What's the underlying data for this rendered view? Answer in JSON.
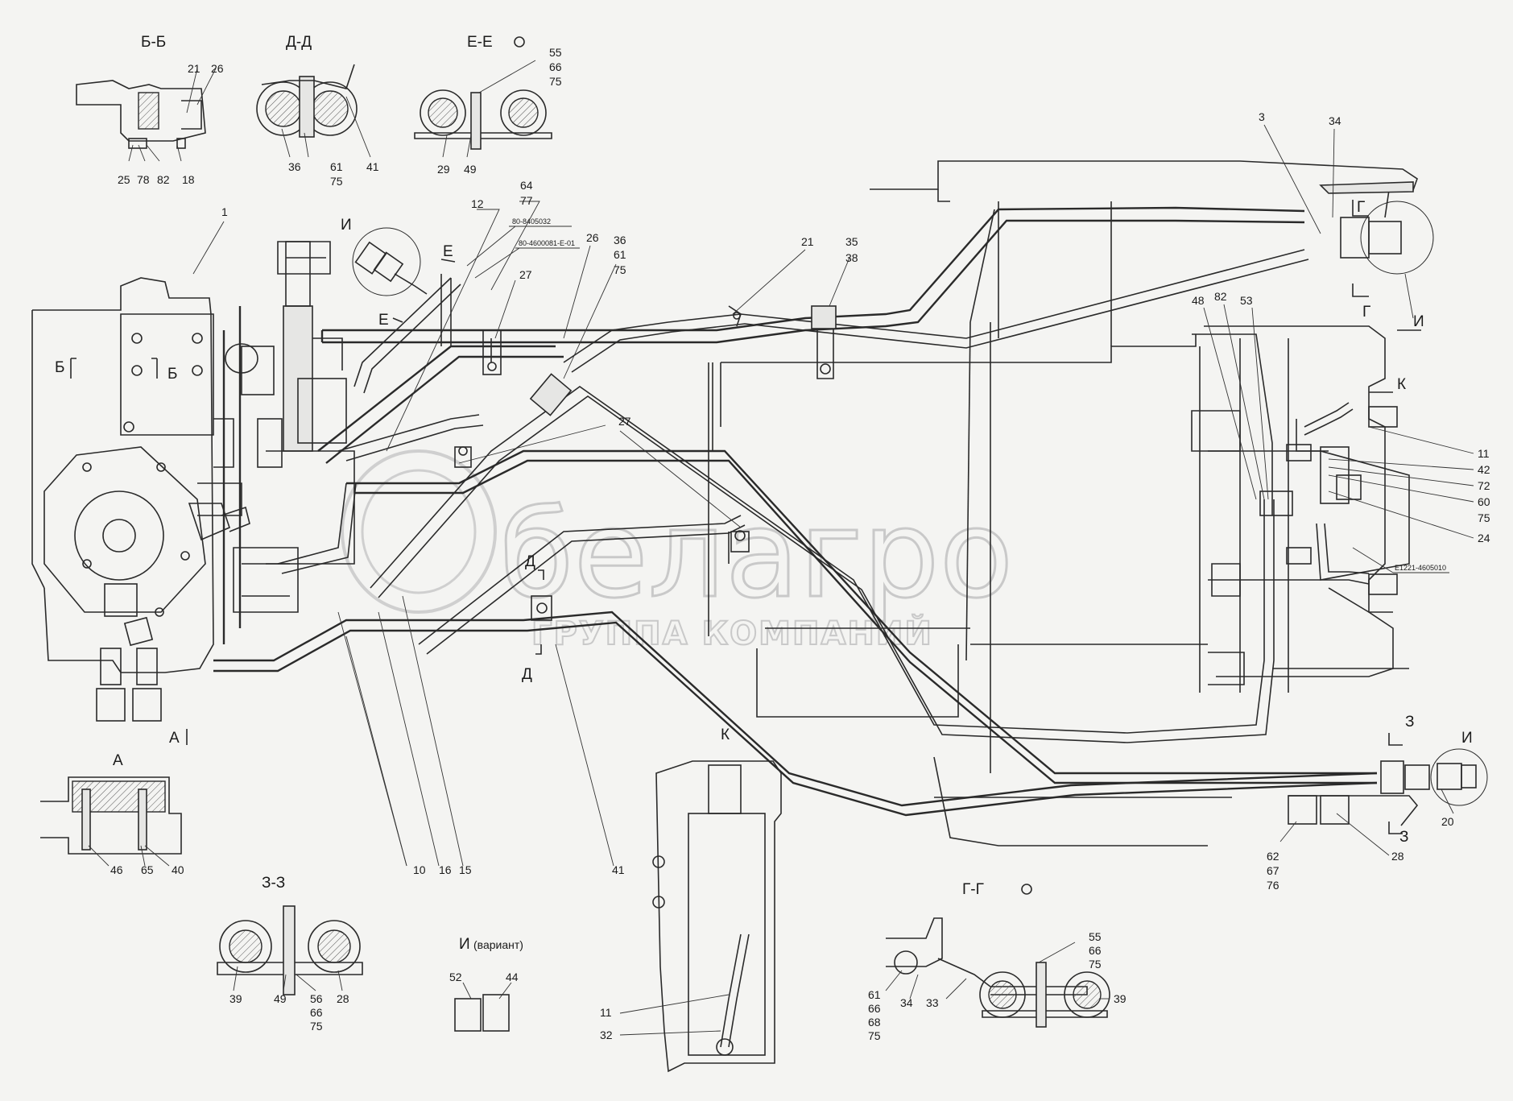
{
  "watermark": {
    "brand": "белагро",
    "tagline": "ГРУППА КОМПАНИЙ"
  },
  "sections": {
    "bb": "Б-Б",
    "dd": "Д-Д",
    "ee": "Е-Е",
    "i_view": "И",
    "a": "А",
    "zz": "З-З",
    "i_variant": "И",
    "i_variant_note": "(вариант)",
    "k": "К",
    "gg": "Г-Г"
  },
  "marks": {
    "b_left": "Б",
    "b_right": "Б",
    "e_mark": "Е",
    "e_mark2": "Е",
    "i_mark": "И",
    "a_mark": "А",
    "d_top": "Д",
    "d_bottom": "Д",
    "k_mark": "К",
    "g_top": "Г",
    "g_bottom": "Г",
    "i_right_top": "И",
    "i_right_bottom": "И",
    "z_top": "З",
    "z_bottom": "З"
  },
  "refs": {
    "r1": "80-8405032",
    "r2": "80-4600081-Е-01",
    "r3": "Е1221-4605010"
  },
  "labels": {
    "bb": [
      "21",
      "26",
      "25",
      "78",
      "82",
      "18"
    ],
    "dd": [
      "36",
      "61",
      "75",
      "41"
    ],
    "ee": [
      "55",
      "66",
      "75",
      "29",
      "49"
    ],
    "main_top": [
      "1",
      "12",
      "64",
      "77",
      "26",
      "36",
      "61",
      "75",
      "27",
      "21",
      "35",
      "38",
      "3",
      "34"
    ],
    "main_mid": [
      "27",
      "48",
      "82",
      "53"
    ],
    "right": [
      "11",
      "42",
      "72",
      "60",
      "75",
      "24"
    ],
    "bottom": [
      "10",
      "16",
      "15",
      "41",
      "20",
      "28",
      "62",
      "67",
      "76"
    ],
    "a": [
      "46",
      "65",
      "40"
    ],
    "zz": [
      "39",
      "49",
      "56",
      "66",
      "75",
      "28"
    ],
    "i_variant": [
      "52",
      "44"
    ],
    "k": [
      "11",
      "32"
    ],
    "gg": [
      "55",
      "66",
      "75",
      "61",
      "66",
      "68",
      "75",
      "34",
      "33",
      "39"
    ]
  }
}
